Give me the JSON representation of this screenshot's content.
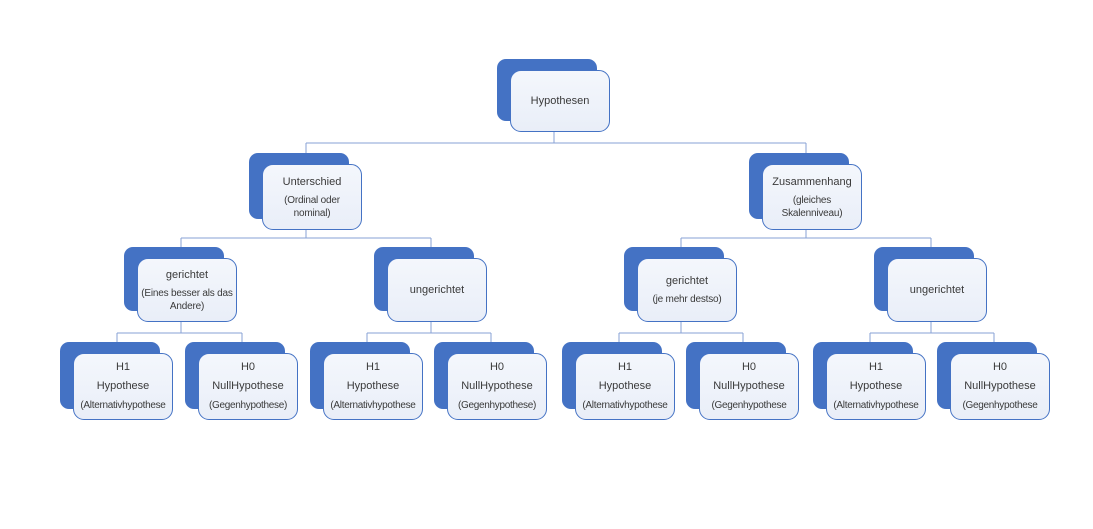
{
  "diagram": {
    "type": "hierarchy",
    "colors": {
      "accent": "#4472C4",
      "card_fill_top": "#F4F7FC",
      "card_fill_bottom": "#E9EEF8",
      "card_border": "#4472C4",
      "connector": "#87A2D4",
      "text": "#3A3A3A",
      "background": "#FFFFFF"
    },
    "tree": {
      "title": "Hypothesen",
      "children": [
        {
          "title": "Unterschied",
          "subtitle": "(Ordinal oder nominal)",
          "children": [
            {
              "title": "gerichtet",
              "subtitle": "(Eines besser als das Andere)",
              "children": [
                {
                  "title": "H1",
                  "line2": "Hypothese",
                  "line3": "(Alternativhypothese"
                },
                {
                  "title": "H0",
                  "line2": "NullHypothese",
                  "line3": "(Gegenhypothese)"
                }
              ]
            },
            {
              "title": "ungerichtet",
              "children": [
                {
                  "title": "H1",
                  "line2": "Hypothese",
                  "line3": "(Alternativhypothese"
                },
                {
                  "title": "H0",
                  "line2": "NullHypothese",
                  "line3": "(Gegenhypothese)"
                }
              ]
            }
          ]
        },
        {
          "title": "Zusammenhang",
          "subtitle": "(gleiches Skalenniveau)",
          "children": [
            {
              "title": "gerichtet",
              "subtitle": "(je mehr destso)",
              "children": [
                {
                  "title": "H1",
                  "line2": "Hypothese",
                  "line3": "(Alternativhypothese"
                },
                {
                  "title": "H0",
                  "line2": "NullHypothese",
                  "line3": "(Gegenhypothese"
                }
              ]
            },
            {
              "title": "ungerichtet",
              "children": [
                {
                  "title": "H1",
                  "line2": "Hypothese",
                  "line3": "(Alternativhypothese"
                },
                {
                  "title": "H0",
                  "line2": "NullHypothese",
                  "line3": "(Gegenhypothese"
                }
              ]
            }
          ]
        }
      ]
    }
  }
}
